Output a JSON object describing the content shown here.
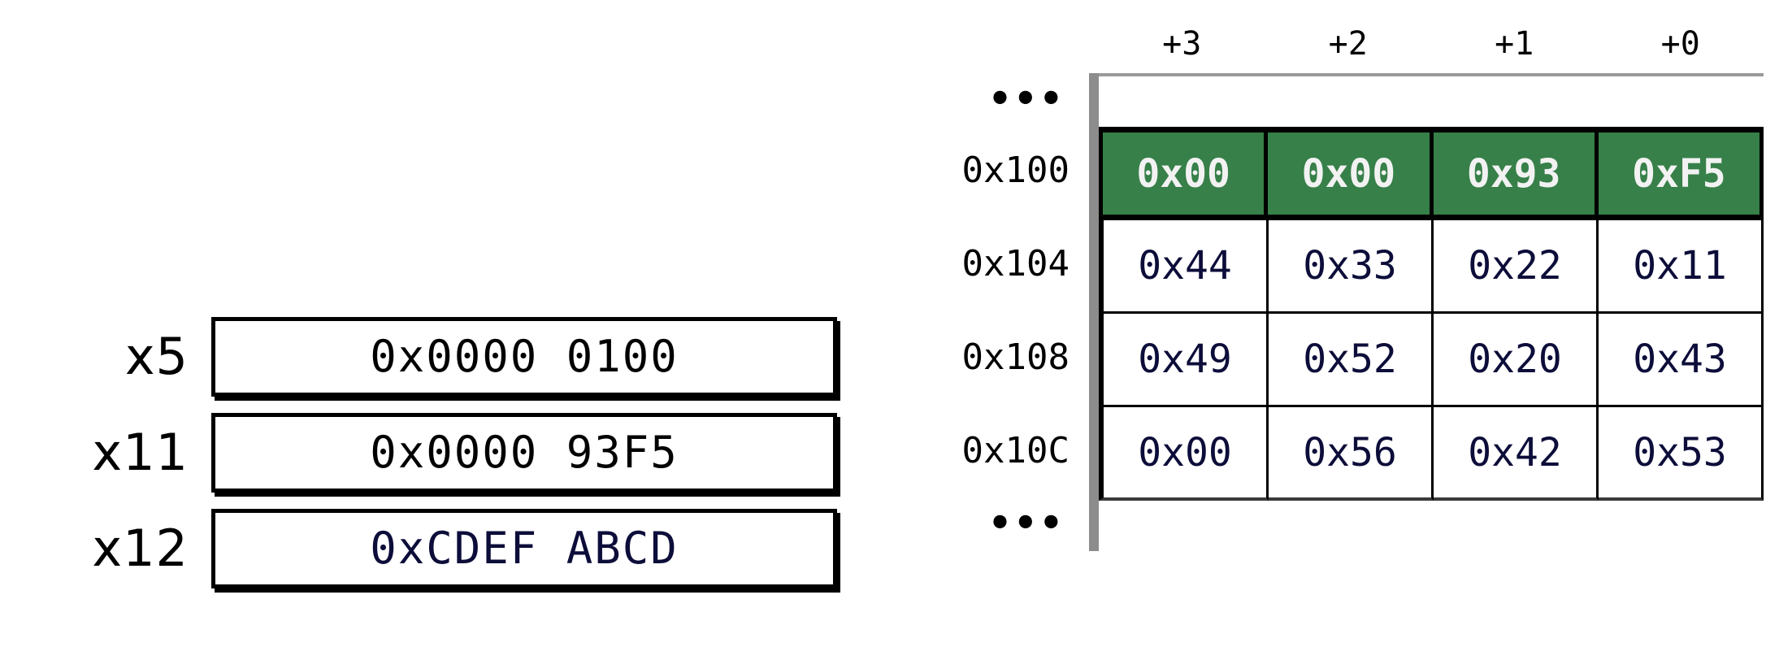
{
  "registers": {
    "rows": [
      {
        "label": "x5",
        "value": "0x0000 0100",
        "accent": false
      },
      {
        "label": "x11",
        "value": "0x0000 93F5",
        "accent": false
      },
      {
        "label": "x12",
        "value": "0xCDEF ABCD",
        "accent": true
      }
    ]
  },
  "memory": {
    "byte_offset_headers": [
      "+3",
      "+2",
      "+1",
      "+0"
    ],
    "ellipsis": "•••",
    "rows": [
      {
        "address": "0x100",
        "cells": [
          "0x00",
          "0x00",
          "0x93",
          "0xF5"
        ],
        "highlighted": true
      },
      {
        "address": "0x104",
        "cells": [
          "0x44",
          "0x33",
          "0x22",
          "0x11"
        ],
        "highlighted": false
      },
      {
        "address": "0x108",
        "cells": [
          "0x49",
          "0x52",
          "0x20",
          "0x43"
        ],
        "highlighted": false
      },
      {
        "address": "0x10C",
        "cells": [
          "0x00",
          "0x56",
          "0x42",
          "0x53"
        ],
        "highlighted": false
      }
    ]
  },
  "colors": {
    "highlight_fill": "#378049",
    "highlight_text": "#f2f2f2",
    "cell_text": "#0d0d3a",
    "label_text": "#000000",
    "spine": "#8c8c8c",
    "border": "#000000"
  }
}
